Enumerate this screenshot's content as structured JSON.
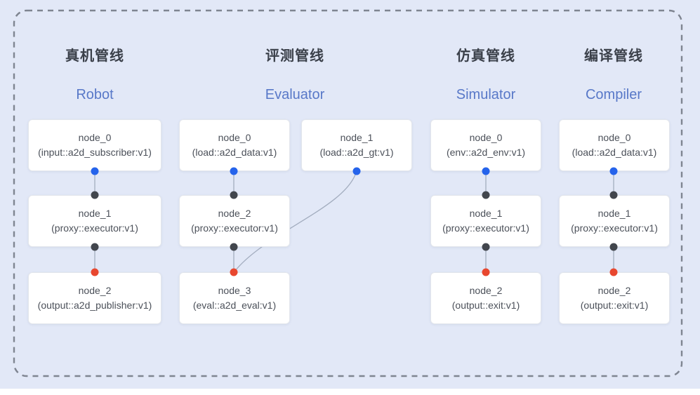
{
  "canvas": {
    "background": "#e2e8f7",
    "boundary_color": "#7f8591"
  },
  "colors": {
    "port_blue": "#2563eb",
    "port_black": "#42464d",
    "port_red": "#e8472f",
    "edge_line": "#a3adbf",
    "title_zh": "#3b404a",
    "title_en": "#5878c8",
    "node_text": "#4b5059",
    "node_background": "#ffffff"
  },
  "pipelines": [
    {
      "title_zh": "真机管线",
      "title_en": "Robot",
      "nodes": [
        {
          "name": "node_0",
          "detail": "(input::a2d_subscriber:v1)"
        },
        {
          "name": "node_1",
          "detail": "(proxy::executor:v1)"
        },
        {
          "name": "node_2",
          "detail": "(output::a2d_publisher:v1)"
        }
      ]
    },
    {
      "title_zh": "评测管线",
      "title_en": "Evaluator",
      "nodes": [
        {
          "name": "node_0",
          "detail": "(load::a2d_data:v1)"
        },
        {
          "name": "node_1",
          "detail": "(load::a2d_gt:v1)"
        },
        {
          "name": "node_2",
          "detail": "(proxy::executor:v1)"
        },
        {
          "name": "node_3",
          "detail": "(eval::a2d_eval:v1)"
        }
      ]
    },
    {
      "title_zh": "仿真管线",
      "title_en": "Simulator",
      "nodes": [
        {
          "name": "node_0",
          "detail": "(env::a2d_env:v1)"
        },
        {
          "name": "node_1",
          "detail": "(proxy::executor:v1)"
        },
        {
          "name": "node_2",
          "detail": "(output::exit:v1)"
        }
      ]
    },
    {
      "title_zh": "编译管线",
      "title_en": "Compiler",
      "nodes": [
        {
          "name": "node_0",
          "detail": "(load::a2d_data:v1)"
        },
        {
          "name": "node_1",
          "detail": "(proxy::executor:v1)"
        },
        {
          "name": "node_2",
          "detail": "(output::exit:v1)"
        }
      ]
    }
  ],
  "edges": [
    {
      "from": "Robot.node_0",
      "to": "Robot.node_1"
    },
    {
      "from": "Robot.node_1",
      "to": "Robot.node_2"
    },
    {
      "from": "Evaluator.node_0",
      "to": "Evaluator.node_2"
    },
    {
      "from": "Evaluator.node_1",
      "to": "Evaluator.node_3"
    },
    {
      "from": "Evaluator.node_2",
      "to": "Evaluator.node_3"
    },
    {
      "from": "Simulator.node_0",
      "to": "Simulator.node_1"
    },
    {
      "from": "Simulator.node_1",
      "to": "Simulator.node_2"
    },
    {
      "from": "Compiler.node_0",
      "to": "Compiler.node_1"
    },
    {
      "from": "Compiler.node_1",
      "to": "Compiler.node_2"
    }
  ]
}
